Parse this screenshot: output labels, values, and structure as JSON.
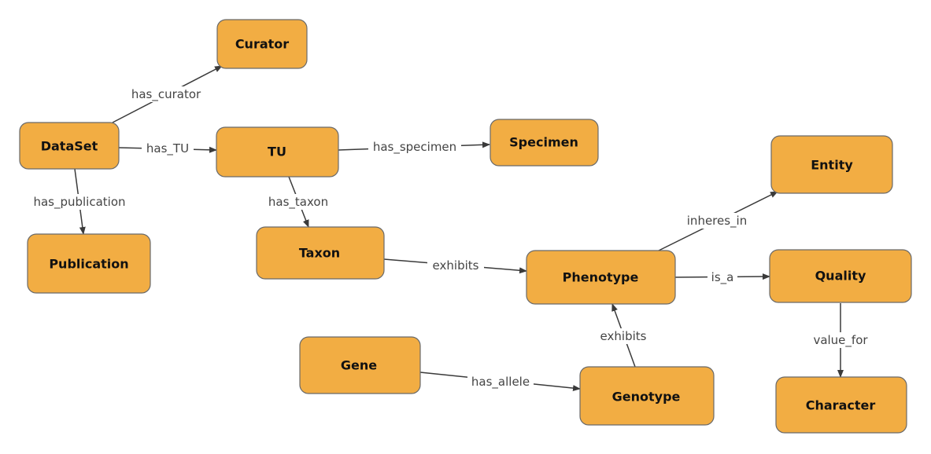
{
  "colors": {
    "node_fill": "#f2ad43",
    "node_stroke": "#6a6a6a",
    "edge": "#3a3a3a",
    "edge_label": "#444444"
  },
  "nodes": {
    "curator": "Curator",
    "dataset": "DataSet",
    "publication": "Publication",
    "tu": "TU",
    "specimen": "Specimen",
    "taxon": "Taxon",
    "phenotype": "Phenotype",
    "entity": "Entity",
    "quality": "Quality",
    "character": "Character",
    "gene": "Gene",
    "genotype": "Genotype"
  },
  "edges": {
    "has_curator": "has_curator",
    "has_tu": "has_TU",
    "has_publication": "has_publication",
    "has_specimen": "has_specimen",
    "has_taxon": "has_taxon",
    "taxon_exhibits": "exhibits",
    "inheres_in": "inheres_in",
    "is_a": "is_a",
    "value_for": "value_for",
    "genotype_exhibits": "exhibits",
    "has_allele": "has_allele"
  }
}
